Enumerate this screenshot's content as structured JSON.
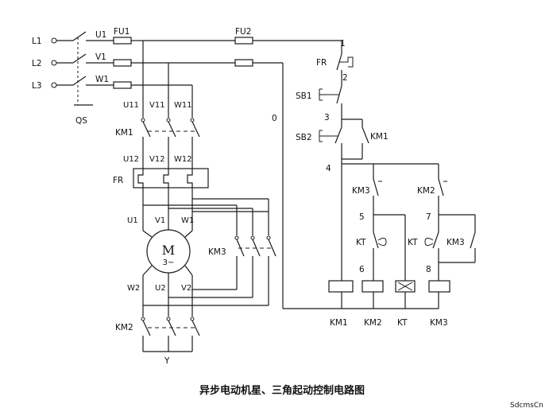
{
  "diagram": {
    "caption": "异步电动机星、三角起动控制电路图",
    "watermark": "SdcmsCn",
    "supply": {
      "l1": "L1",
      "l2": "L2",
      "l3": "L3",
      "switch": "QS"
    },
    "phases": {
      "u1": "U1",
      "v1": "V1",
      "w1": "W1"
    },
    "fuses": {
      "main": "FU1",
      "control": "FU2"
    },
    "power_circuit": {
      "u11": "U11",
      "v11": "V11",
      "w11": "W11",
      "km1": "KM1",
      "u12": "U12",
      "v12": "V12",
      "w12": "W12",
      "fr": "FR",
      "motor_u1": "U1",
      "motor_v1": "V1",
      "motor_w1": "W1",
      "motor_w2": "W2",
      "motor_u2": "U2",
      "motor_v2": "V2",
      "motor_symbol": "M",
      "motor_sub": "3~",
      "km3": "KM3",
      "km2": "KM2",
      "star": "Y"
    },
    "control_circuit": {
      "node0": "0",
      "node1": "1",
      "node2": "2",
      "node3": "3",
      "node4": "4",
      "node5": "5",
      "node6": "6",
      "node7": "7",
      "node8": "8",
      "fr": "FR",
      "sb1": "SB1",
      "sb2": "SB2",
      "km1_hold": "KM1",
      "km3_nc": "KM3",
      "km2_nc": "KM2",
      "kt_contact": "KT",
      "kt_contact2": "KT",
      "km3_hold": "KM3",
      "coil_km1": "KM1",
      "coil_km2": "KM2",
      "coil_kt": "KT",
      "coil_km3": "KM3"
    }
  }
}
